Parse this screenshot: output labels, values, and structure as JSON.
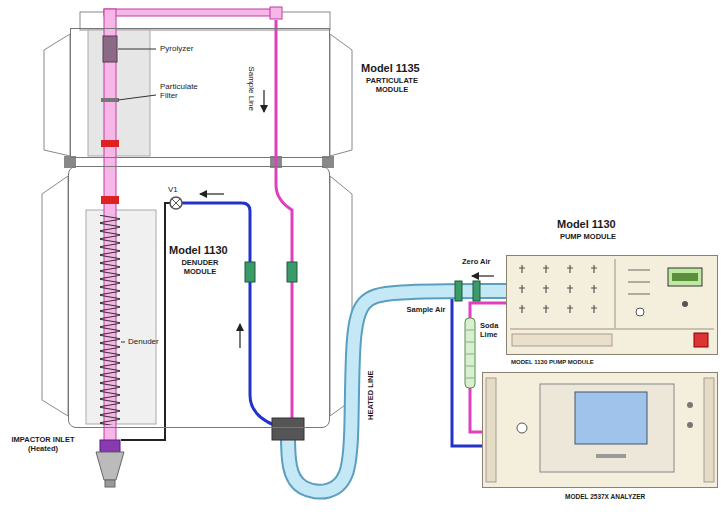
{
  "diagram": {
    "nodes": [
      {
        "text": [
          "Model 1135",
          "PARTICULATE MODULE"
        ]
      },
      {
        "text": [
          "Model 1130",
          "DENUDER MODULE"
        ]
      },
      {
        "text": [
          "Model 1130",
          "PUMP MODULE",
          "MODEL 1130 PUMP MODULE"
        ]
      },
      {
        "text": [
          "MODEL 2537X ANALYZER"
        ]
      }
    ],
    "edges": [
      {
        "from": 1,
        "to": 2,
        "arrow": "none",
        "label": "HEATED LINE"
      },
      {
        "from": 2,
        "to": 3,
        "arrow": "none"
      }
    ],
    "labels": [
      "Pyrolyzer",
      "Particulate Filter",
      "Sample Line",
      "V1",
      "Denuder",
      "IMPACTOR INLET (Heated)",
      "Zero Air",
      "Sample Air",
      "Soda Lime"
    ]
  }
}
